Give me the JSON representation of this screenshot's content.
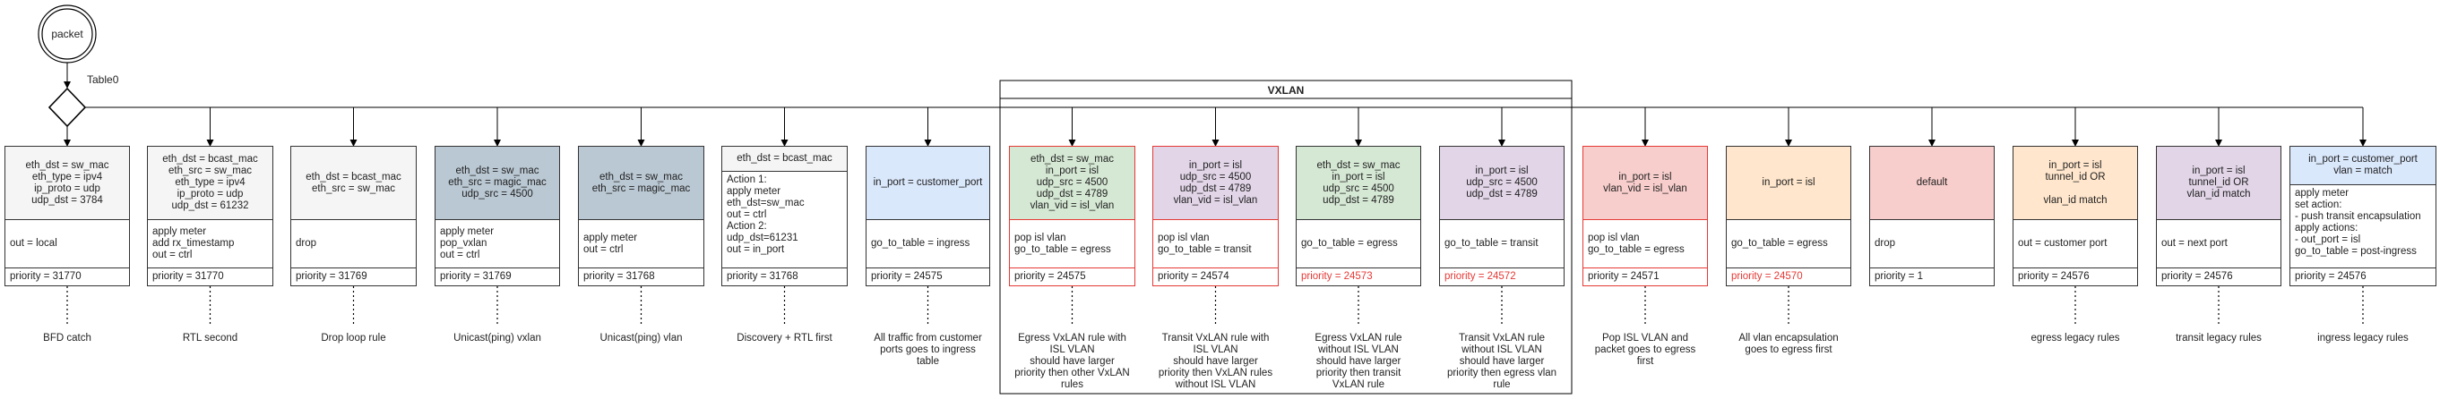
{
  "start_node": {
    "label": "packet"
  },
  "table_label": "Table0",
  "vxlan_group": {
    "title": "VXLAN"
  },
  "colors": {
    "gray": "#f5f5f5",
    "slate": "#bac8d3",
    "blue": "#dae8fc",
    "green": "#d5e8d4",
    "purple": "#e1d5e7",
    "red": "#f8cecc",
    "orange": "#ffe6cc",
    "red_border": "#e53935",
    "orange_border": "#d79b00",
    "blue_border": "#6c8ebf"
  },
  "rules": [
    {
      "match": "eth_dst = sw_mac\neth_type = ipv4\nip_proto = udp\nudp_dst = 3784",
      "actions": "out = local",
      "priority": "priority = 31770",
      "caption": "BFD catch"
    },
    {
      "match": "eth_dst = bcast_mac\neth_src = sw_mac\neth_type = ipv4\nip_proto = udp\nudp_dst = 61232",
      "actions": "apply meter\nadd rx_timestamp\nout = ctrl",
      "priority": "priority = 31770",
      "caption": "RTL second"
    },
    {
      "match": "eth_dst = bcast_mac\neth_src = sw_mac",
      "actions": "drop",
      "priority": "priority = 31769",
      "caption": "Drop loop rule"
    },
    {
      "match": "eth_dst = sw_mac\neth_src = magic_mac\nudp_src = 4500",
      "actions": "apply meter\npop_vxlan\nout = ctrl",
      "priority": "priority = 31769",
      "caption": "Unicast(ping) vxlan"
    },
    {
      "match": "eth_dst = sw_mac\neth_src = magic_mac",
      "actions": "apply meter\nout = ctrl",
      "priority": "priority = 31768",
      "caption": "Unicast(ping) vlan"
    },
    {
      "match": "eth_dst = bcast_mac",
      "actions": "Action 1:\n  apply meter\n  eth_dst=sw_mac\n  out = ctrl\nAction 2:\n  udp_dst=61231\n  out = in_port",
      "priority": "priority = 31768",
      "caption": "Discovery + RTL first"
    },
    {
      "match": "in_port = customer_port",
      "actions": "go_to_table = ingress",
      "priority": "priority = 24575",
      "caption": "All traffic from customer\nports goes to ingress\ntable"
    },
    {
      "match": "eth_dst = sw_mac\nin_port = isl\nudp_src = 4500\nudp_dst = 4789\nvlan_vid = isl_vlan",
      "actions": "pop isl vlan\ngo_to_table = egress",
      "priority": "priority = 24575",
      "caption": "Egress VxLAN rule with\nISL VLAN\nshould have larger\npriority then other VxLAN\nrules"
    },
    {
      "match": "in_port = isl\nudp_src = 4500\nudp_dst = 4789\nvlan_vid = isl_vlan",
      "actions": "pop isl vlan\ngo_to_table = transit",
      "priority": "priority = 24574",
      "caption": "Transit VxLAN rule with\nISL VLAN\nshould have larger\npriority then VxLAN rules\nwithout ISL VLAN"
    },
    {
      "match": "eth_dst = sw_mac\nin_port = isl\nudp_src = 4500\nudp_dst = 4789",
      "actions": "go_to_table = egress",
      "priority": "priority = 24573",
      "caption": "Egress VxLAN rule\nwithout ISL VLAN\nshould have larger\npriority then transit\nVxLAN rule"
    },
    {
      "match": "in_port = isl\nudp_src = 4500\nudp_dst = 4789",
      "actions": "go_to_table = transit",
      "priority": "priority = 24572",
      "caption": "Transit VxLAN rule\nwithout ISL VLAN\nshould have larger\npriority then egress vlan\nrule"
    },
    {
      "match": "in_port = isl\nvlan_vid = isl_vlan",
      "actions": "pop isl vlan\ngo_to_table = egress",
      "priority": "priority = 24571",
      "caption": "Pop ISL VLAN and\npacket goes to egress\nfirst"
    },
    {
      "match": "in_port = isl",
      "actions": "go_to_table = egress",
      "priority": "priority = 24570",
      "caption": "All vlan encapsulation\ngoes to egress first"
    },
    {
      "match": "default",
      "actions": "drop",
      "priority": "priority = 1",
      "caption": ""
    },
    {
      "match": "in_port = isl\ntunnel_id OR\n\nvlan_id match",
      "actions": "out = customer port",
      "priority": "priority = 24576",
      "caption": "egress legacy rules"
    },
    {
      "match": "in_port = isl\ntunnel_id OR\nvlan_id match",
      "actions": "out = next port",
      "priority": "priority = 24576",
      "caption": "transit legacy rules"
    },
    {
      "match": "in_port = customer_port\nvlan = match",
      "actions": "apply meter\nset action:\n - push transit encapsulation\napply actions:\n - out_port = isl\ngo_to_table = post-ingress",
      "priority": "priority = 24576",
      "caption": "ingress legacy rules"
    }
  ]
}
